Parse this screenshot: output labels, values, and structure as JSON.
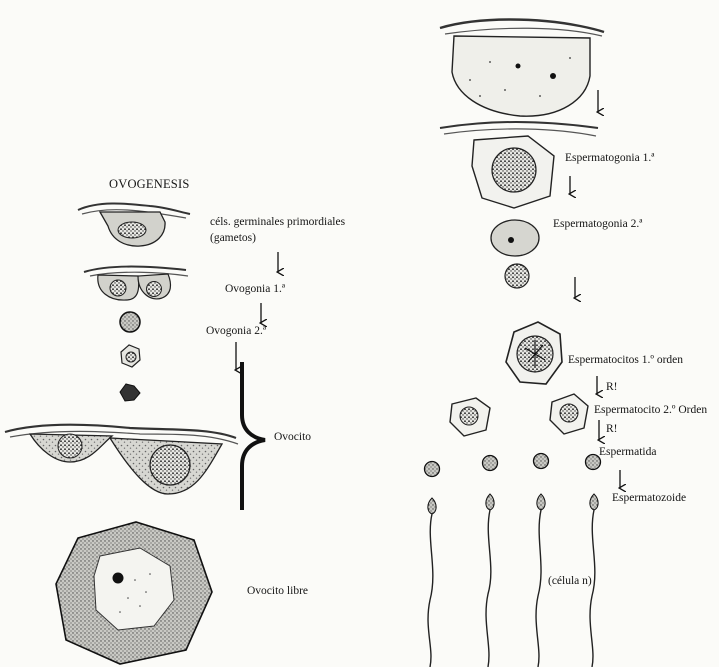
{
  "ovogenesis": {
    "title": "OVOGENESIS",
    "labels": {
      "primordial": "céls. germinales primordiales",
      "gametos": "(gametos)",
      "ovogonia1": "Ovogonia 1.ª",
      "ovogonia2": "Ovogonia 2.ª",
      "ovocito": "Ovocito",
      "ovocito_libre": "Ovocito libre"
    }
  },
  "espermatogenesis": {
    "labels": {
      "espermatogonia1": "Espermatogonia 1.ª",
      "espermatogonia2": "Espermatogonia 2.ª",
      "espermatocitos1": "Espermatocitos 1.º orden",
      "r1": "R!",
      "espermatocito2": "Espermatocito 2.º Orden",
      "r2": "R!",
      "espermatida": "Espermatida",
      "espermatozoide": "Espermatozoide",
      "celula_n": "(célula n)"
    }
  }
}
